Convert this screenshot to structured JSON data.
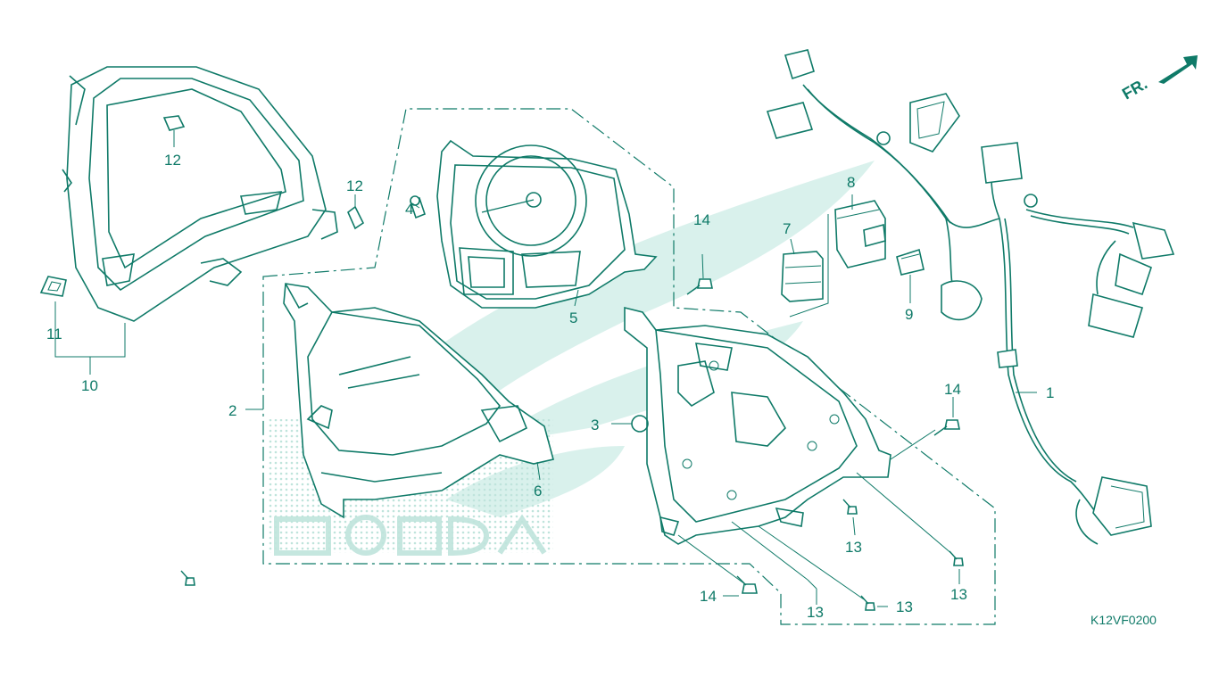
{
  "diagram": {
    "code": "K12VF0200",
    "front_marker": "FR.",
    "callouts": [
      {
        "id": "c1",
        "text": "1"
      },
      {
        "id": "c2",
        "text": "2"
      },
      {
        "id": "c3",
        "text": "3"
      },
      {
        "id": "c4",
        "text": "4"
      },
      {
        "id": "c5",
        "text": "5"
      },
      {
        "id": "c6",
        "text": "6"
      },
      {
        "id": "c7",
        "text": "7"
      },
      {
        "id": "c8",
        "text": "8"
      },
      {
        "id": "c9",
        "text": "9"
      },
      {
        "id": "c10",
        "text": "10"
      },
      {
        "id": "c11",
        "text": "11"
      },
      {
        "id": "c12a",
        "text": "12"
      },
      {
        "id": "c12b",
        "text": "12"
      },
      {
        "id": "c13a",
        "text": "13"
      },
      {
        "id": "c13b",
        "text": "13"
      },
      {
        "id": "c13c",
        "text": "13"
      },
      {
        "id": "c13d",
        "text": "13"
      },
      {
        "id": "c14a",
        "text": "14"
      },
      {
        "id": "c14b",
        "text": "14"
      },
      {
        "id": "c14c",
        "text": "14"
      }
    ],
    "colors": {
      "line": "#0f7a68",
      "watermark": "#d9f1ec",
      "background": "#ffffff"
    }
  }
}
